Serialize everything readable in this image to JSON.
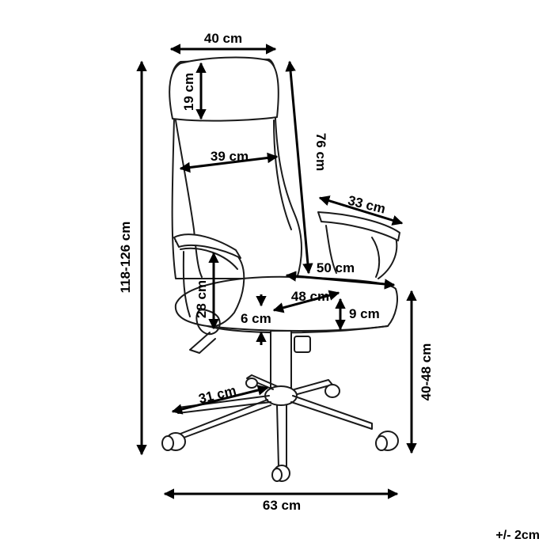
{
  "dimensions": {
    "backrest_width": "40 cm",
    "headrest_height": "19 cm",
    "backrest_height": "76 cm",
    "backrest_mid_width": "39 cm",
    "armrest_length": "33 cm",
    "total_height": "118-126 cm",
    "seat_width": "50 cm",
    "seat_depth": "48 cm",
    "seat_thickness": "9 cm",
    "armrest_height": "28 cm",
    "armrest_gap": "6 cm",
    "leg_length": "31 cm",
    "seat_height": "40-48 cm",
    "base_width": "63 cm"
  },
  "tolerance": "+/- 2cm"
}
